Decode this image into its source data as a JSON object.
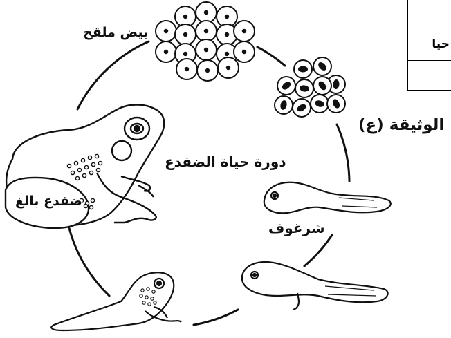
{
  "labels": {
    "fertilized_eggs": "بيض ملقح",
    "cycle_title": "دورة حياة الضفدع",
    "adult_frog": "ضفدع بالغ",
    "tadpole": "شرغوف",
    "document": "الوثيقة (ع)"
  },
  "table": {
    "rows": [
      "",
      "حيا",
      ""
    ]
  },
  "colors": {
    "ink": "#111111",
    "background": "#ffffff",
    "label_text": "#111111"
  }
}
